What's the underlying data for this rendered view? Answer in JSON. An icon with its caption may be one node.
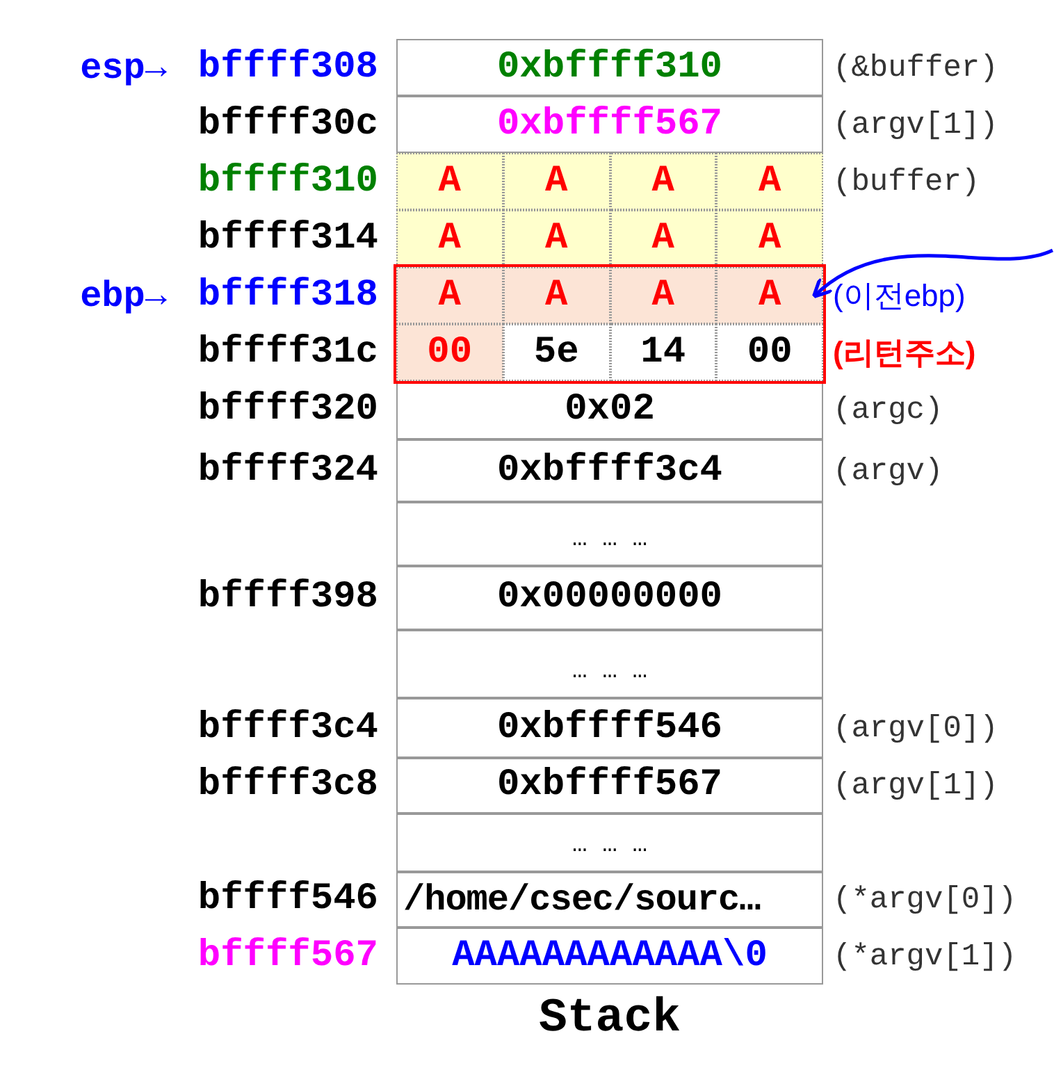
{
  "diagram": {
    "caption": "Stack",
    "nodes": [
      {
        "text": [
          "0xbffff310"
        ]
      },
      {
        "text": [
          "0xbffff567"
        ]
      },
      {
        "text": [
          "A"
        ]
      },
      {
        "text": [
          "A"
        ]
      },
      {
        "text": [
          "A"
        ]
      },
      {
        "text": [
          "A"
        ]
      },
      {
        "text": [
          "A"
        ]
      },
      {
        "text": [
          "A"
        ]
      },
      {
        "text": [
          "A"
        ]
      },
      {
        "text": [
          "A"
        ]
      },
      {
        "text": [],
        "shape": "box"
      },
      {
        "text": [
          "A"
        ],
        "in": 10
      },
      {
        "text": [
          "A"
        ],
        "in": 10
      },
      {
        "text": [
          "A"
        ],
        "in": 10
      },
      {
        "text": [
          "A"
        ],
        "in": 10
      },
      {
        "text": [
          "00"
        ],
        "in": 10
      },
      {
        "text": [
          "5e"
        ],
        "in": 10
      },
      {
        "text": [
          "14"
        ],
        "in": 10
      },
      {
        "text": [
          "00"
        ],
        "in": 10
      },
      {
        "text": [
          "0x02"
        ]
      },
      {
        "text": [
          "0xbffff3c4"
        ]
      },
      {
        "text": [
          "… … …"
        ]
      },
      {
        "text": [
          "0x00000000"
        ]
      },
      {
        "text": [
          "… … …"
        ]
      },
      {
        "text": [
          "0xbffff546"
        ]
      },
      {
        "text": [
          "0xbffff567"
        ]
      },
      {
        "text": [
          "… … …"
        ]
      },
      {
        "text": [
          "/home/csec/sourc…"
        ]
      },
      {
        "text": [
          "AAAAAAAAAAAA\\0"
        ]
      }
    ],
    "edges": [
      {
        "from": null,
        "to": 14,
        "arrow": "to",
        "color": "#0000ff"
      }
    ],
    "labels": [
      "esp→",
      "bffff308",
      "(&buffer)",
      "bffff30c",
      "(argv[1])",
      "bffff310",
      "(buffer)",
      "bffff314",
      "ebp→",
      "bffff318",
      "(이전ebp)",
      "bffff31c",
      "(리턴주소)",
      "bffff320",
      "(argc)",
      "bffff324",
      "(argv)",
      "bffff398",
      "bffff3c4",
      "(argv[0])",
      "bffff3c8",
      "(argv[1])",
      "bffff546",
      "(*argv[0])",
      "bffff567",
      "(*argv[1])"
    ]
  }
}
